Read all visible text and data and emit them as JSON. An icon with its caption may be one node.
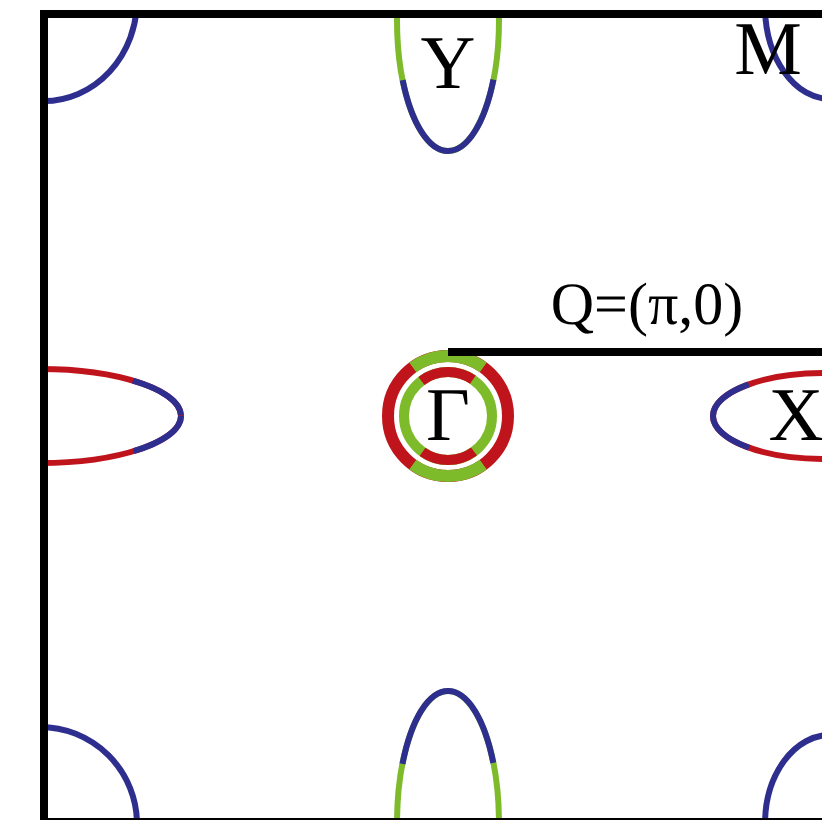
{
  "diagram": {
    "nodes": [
      {
        "text": [],
        "shape": "ellipse"
      },
      {
        "text": [
          "Y"
        ]
      },
      {
        "text": [
          "M"
        ]
      },
      {
        "text": [],
        "shape": "ellipse"
      },
      {
        "text": [
          "Γ"
        ]
      },
      {
        "text": [
          "X"
        ]
      },
      {
        "text": [],
        "shape": "ellipse"
      },
      {
        "text": [],
        "shape": "ellipse"
      },
      {
        "text": [],
        "shape": "ellipse"
      }
    ],
    "edges": [
      {
        "from": 4,
        "to": 5,
        "arrow": "none",
        "label": "Q=(π,0)"
      }
    ]
  }
}
